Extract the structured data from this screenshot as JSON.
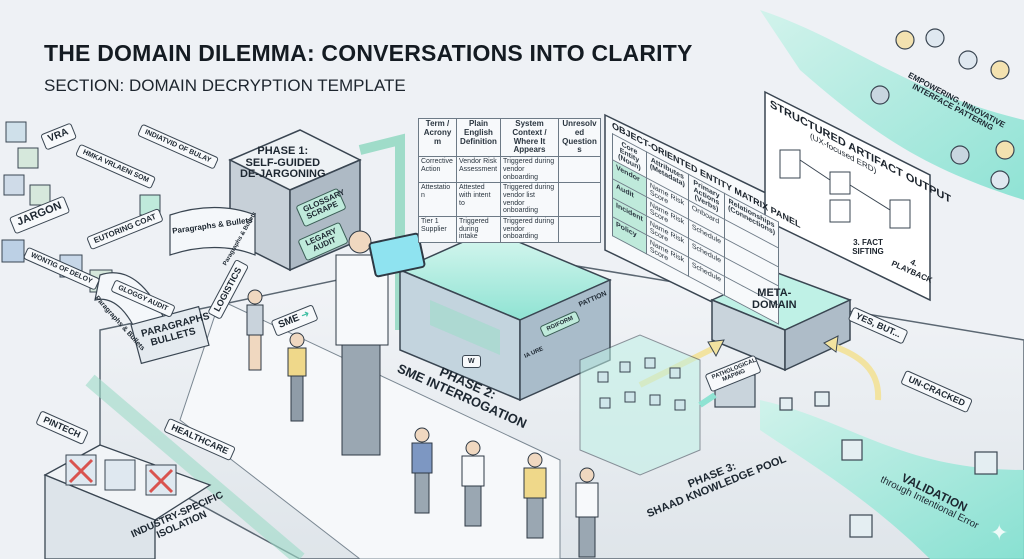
{
  "header": {
    "title": "THE DOMAIN DILEMMA: CONVERSATIONS INTO CLARITY",
    "subtitle": "SECTION: DOMAIN DECRYPTION TEMPLATE"
  },
  "jargon_cloud": {
    "tags": [
      "VRA",
      "JARGON",
      "HMKA VRLAENI SOM",
      "INDIATVID OF BULAY",
      "WONTIG OF DELOY",
      "EUTORING COAT",
      "GLOGGY AUDIT",
      "LOGISTICS"
    ],
    "documents": [
      "Paragraphs & Bullets",
      "Paragraphs & Bullets",
      "Paragraphs & Bullets"
    ],
    "stack_label": "PARAGRAPHS BULLETS"
  },
  "phase1": {
    "title_line1": "PHASE 1:",
    "title_line2": "SELF-GUIDED",
    "title_line3": "DE-JARGONING",
    "buttons": [
      "GLOSSARY SCRAPE",
      "LEGARY AUDIT"
    ]
  },
  "sme_sign": "SME",
  "glossary_table": {
    "headers": [
      "Term / Acronym",
      "Plain English Definition",
      "System Context / Where It Appears",
      "Unresolved Questions"
    ],
    "rows": [
      [
        "Corrective Action",
        "Vendor Risk Assessment",
        "Triggered during vendor onboarding",
        ""
      ],
      [
        "Attestation",
        "Attested with intent to",
        "Triggered during vendor list vendor onboarding",
        ""
      ],
      [
        "Tier 1 Supplier",
        "Triggered during intake",
        "Triggered during vendor onboarding",
        ""
      ]
    ]
  },
  "phase2": {
    "title_line1": "PHASE 2:",
    "title_line2": "SME INTERROGATION",
    "console_labels": [
      "PATTION",
      "RGIFORM",
      "IA URE",
      "W"
    ]
  },
  "entity_matrix": {
    "title": "OBJECT-ORIENTED ENTITY MATRIX PANEL",
    "headers": [
      "Core Entity (Noun)",
      "Attributes (Metadata)",
      "Primary Actions (Verbs)",
      "Relationships (Connections)"
    ],
    "rows": [
      [
        "Vendor",
        "Name Risk Score",
        "Onboard",
        ""
      ],
      [
        "Audit",
        "Name Risk Score",
        "Schedule",
        ""
      ],
      [
        "Incident",
        "Name Risk Score",
        "Schedule",
        ""
      ],
      [
        "Policy",
        "Name Risk Score",
        "Schedule",
        ""
      ]
    ]
  },
  "artifact_output": {
    "title": "STRUCTURED ARTIFACT OUTPUT",
    "subtitle": "(UX-focused ERD)",
    "steps": [
      "3. FACT SIFTING",
      "4. PLAYBACK"
    ]
  },
  "meta_domain": {
    "label_line1": "META-",
    "label_line2": "DOMAIN",
    "speech_yes": "YES, BUT...",
    "speech_uncracked": "UN-CRACKED",
    "mapping_label": "PATHOLOGICAL MAPING"
  },
  "phase3": {
    "title_line1": "PHASE 3:",
    "title_line2": "SHAAD KNOWLEDGE POOL"
  },
  "validation": {
    "title": "VALIDATION",
    "subtitle": "through Intentional Error"
  },
  "empowering": {
    "label_line1": "EMPOWERING, INNOVATIVE",
    "label_line2": "INTERFACE PATTERNG"
  },
  "isolation": {
    "industries": [
      "PINTECH",
      "HEALTHCARE"
    ],
    "label_line1": "INDUSTRY-SPECIFIC",
    "label_line2": "ISOLATION"
  },
  "colors": {
    "background": "#eef1f5",
    "mint": "#bfeadb",
    "teal_glow": "#7fe0cf",
    "ink": "#1d2731",
    "yellow_arrow": "#f2e3a0",
    "error_red": "#d9534f"
  }
}
